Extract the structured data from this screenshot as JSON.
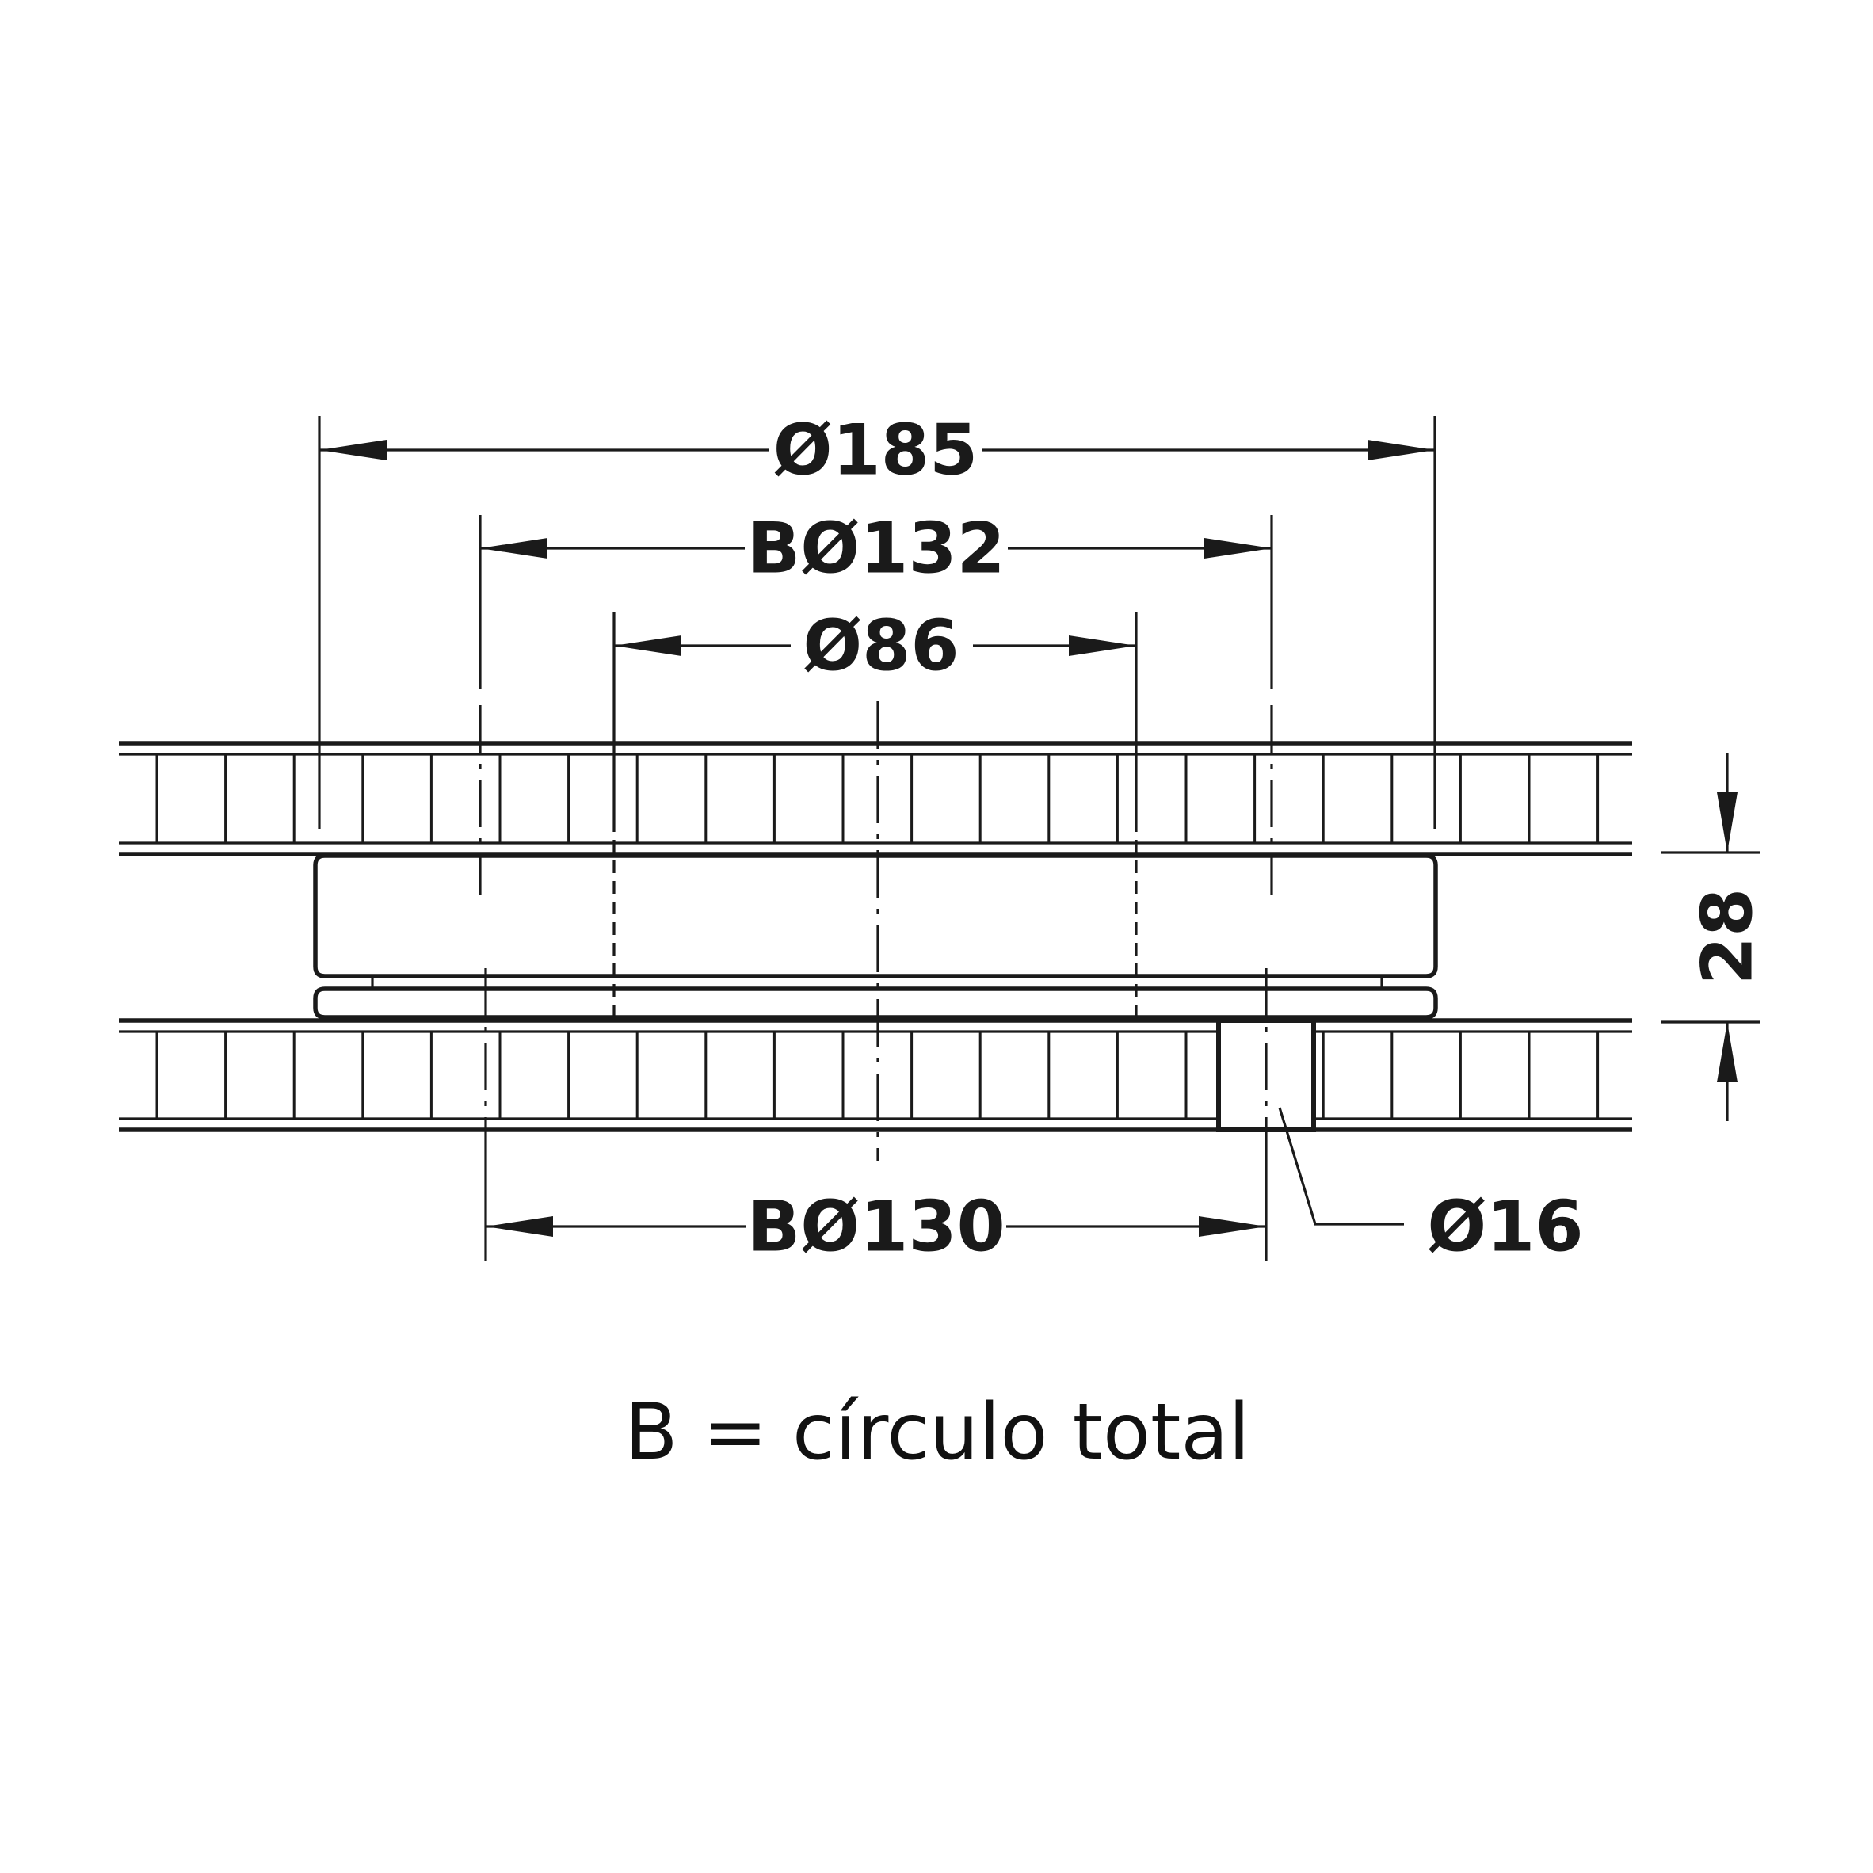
{
  "dimensions": {
    "overall_diameter": "Ø185",
    "bolt_circle_upper": "BØ132",
    "inner_diameter": "Ø86",
    "height": "28",
    "bolt_circle_lower": "BØ130",
    "hole_diameter": "Ø16"
  },
  "caption": "B = círculo total",
  "colors": {
    "line": "#1a1a1a",
    "background": "#ffffff"
  }
}
